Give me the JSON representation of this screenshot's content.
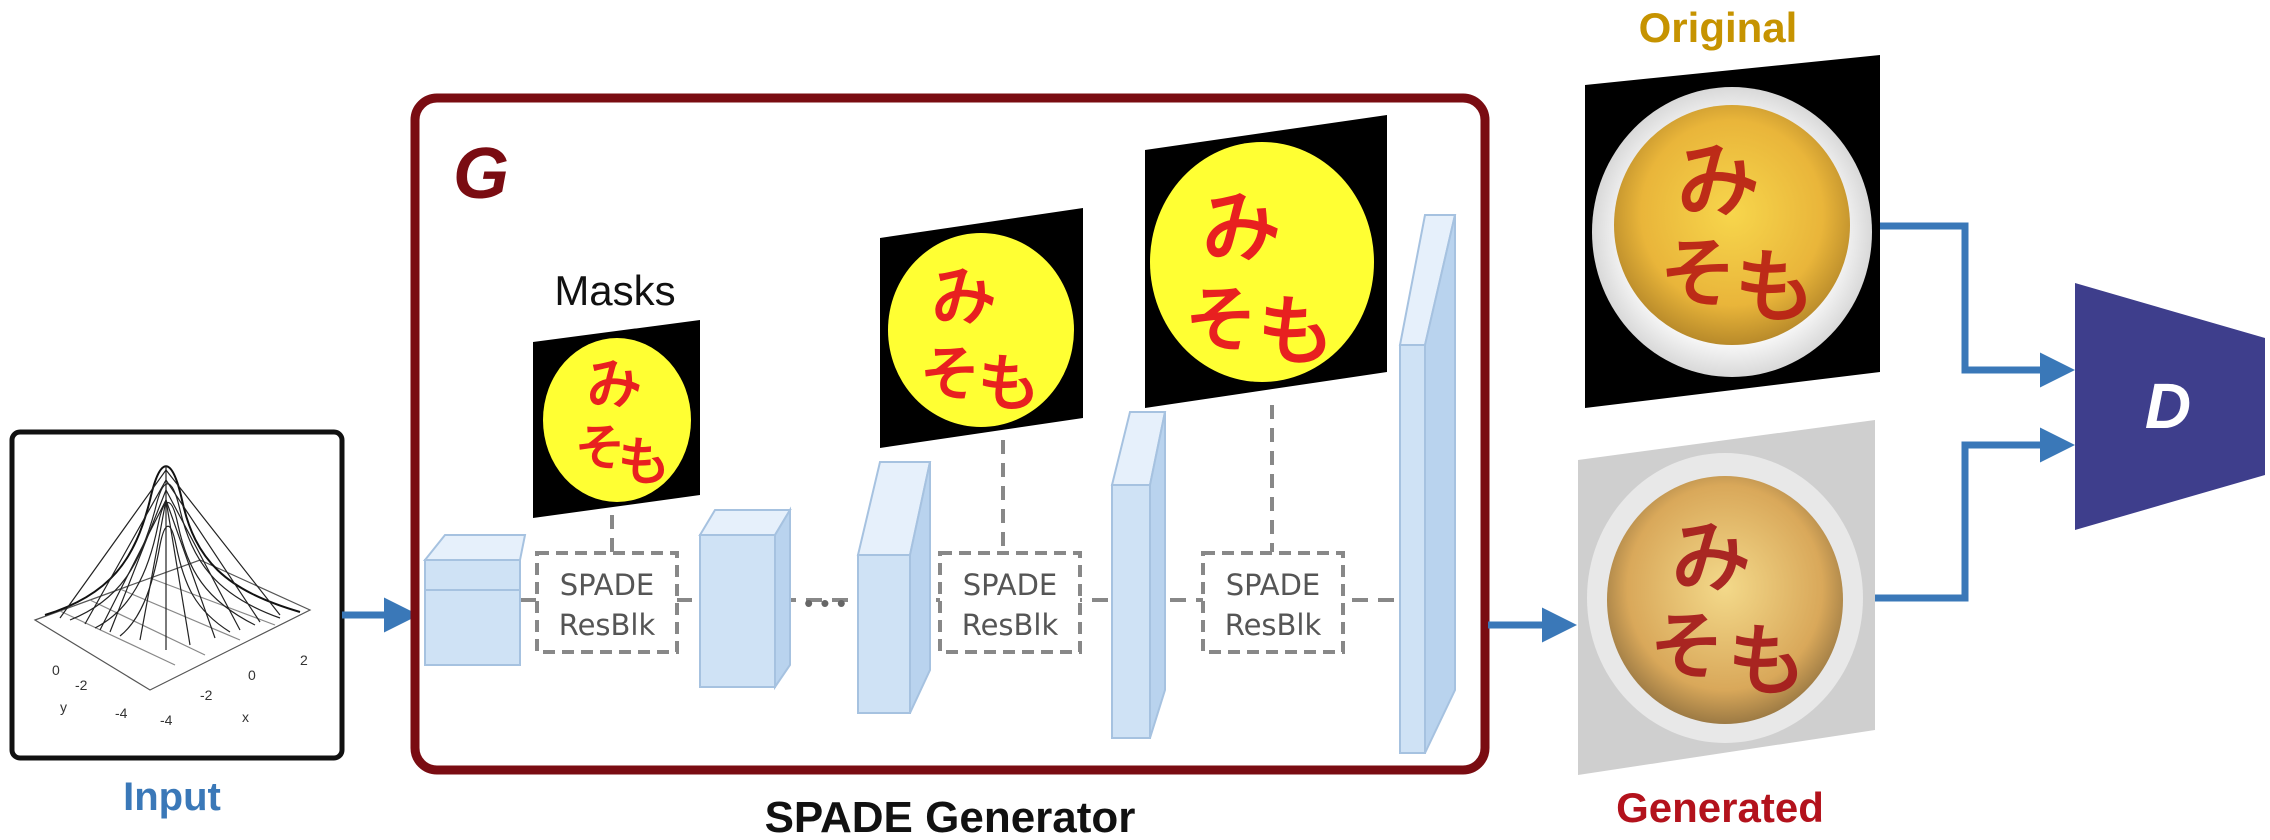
{
  "labels": {
    "input": "Input",
    "masks": "Masks",
    "generator_letter": "G",
    "generator_caption": "SPADE Generator",
    "original": "Original",
    "generated": "Generated",
    "discriminator": "D",
    "dots": "• • •"
  },
  "spade_blocks": [
    {
      "line1": "SPADE",
      "line2": "ResBlk"
    },
    {
      "line1": "SPADE",
      "line2": "ResBlk"
    },
    {
      "line1": "SPADE",
      "line2": "ResBlk"
    }
  ],
  "mask_glyphs": [
    "み",
    "そ",
    "も"
  ],
  "colors": {
    "input_label": "#3a78b8",
    "generator_border": "#7a0c12",
    "original_label": "#c69300",
    "generated_label": "#b3121c",
    "arrow": "#3a78b8",
    "discriminator": "#3e3e8c",
    "block_face": "#cfe2f5",
    "block_edge": "#8fb0d3",
    "mask_yellow": "#ffff33",
    "mask_red": "#e82020"
  },
  "icons": {
    "input_plot": "gaussian-surface-plot",
    "mask": "omelette-mask-image",
    "original_photo": "omurice-photo",
    "generated_photo": "omurice-generated-photo"
  }
}
